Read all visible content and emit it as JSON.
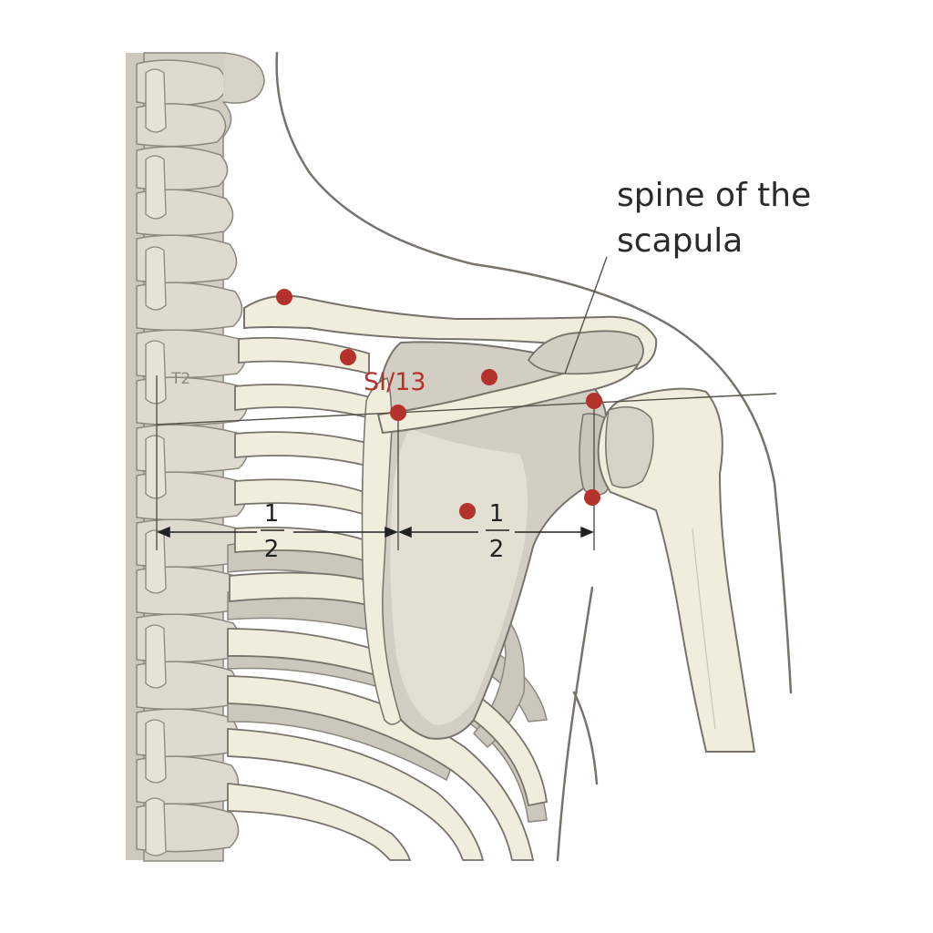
{
  "diagram": {
    "callout_label_line1": "spine of the",
    "callout_label_line2": "scapula",
    "point_label": "SI/13",
    "vertebra_label": "T2",
    "fraction_left": {
      "numerator": "1",
      "denominator": "2"
    },
    "fraction_right": {
      "numerator": "1",
      "denominator": "2"
    },
    "colors": {
      "bone": "#f1eddc",
      "bone_shadow": "#c9c5bb",
      "spine_fill": "#d2cec4",
      "outline": "#77736c",
      "point": "#b3322c",
      "label_red": "#b3322c",
      "text": "#2a2a2a"
    }
  }
}
